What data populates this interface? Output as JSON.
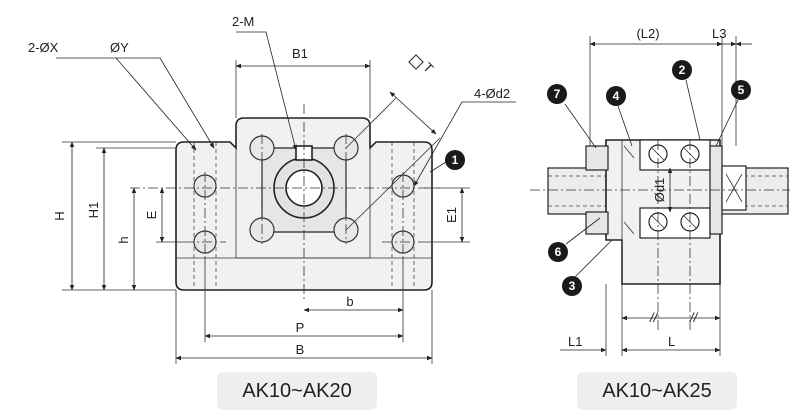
{
  "left_view": {
    "caption": "AK10~AK20",
    "labels": {
      "d_2x": "2-ØX",
      "d_y": "ØY",
      "m_2": "2-M",
      "b1": "B1",
      "t": "T",
      "d2_4": "4-Ød2",
      "h_big": "H",
      "h1": "H1",
      "h_small": "h",
      "e": "E",
      "e1": "E1",
      "b_small": "b",
      "p": "P",
      "b_big": "B"
    },
    "badges": [
      "1"
    ]
  },
  "right_view": {
    "caption": "AK10~AK25",
    "labels": {
      "l2": "(L2)",
      "l3": "L3",
      "d1": "Ød1",
      "l1": "L1",
      "l": "L",
      "break1": "//",
      "break2": "//"
    },
    "badges": [
      "7",
      "4",
      "2",
      "5",
      "6",
      "3"
    ]
  }
}
